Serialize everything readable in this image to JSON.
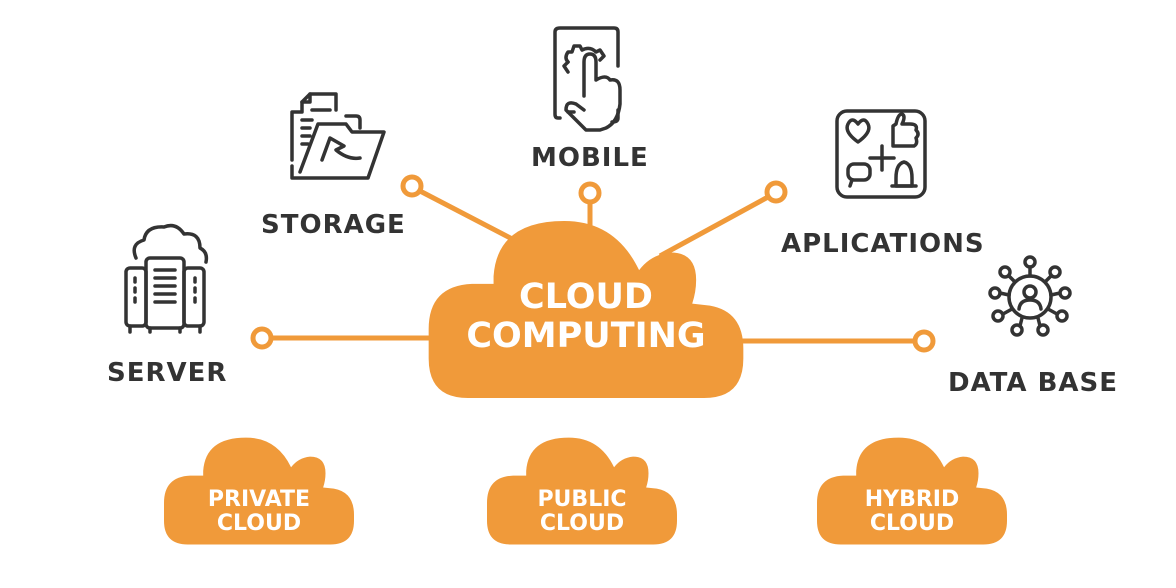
{
  "colors": {
    "accent": "#F09A3A",
    "text": "#333333",
    "icon": "#333333",
    "background": "#FFFFFF"
  },
  "center": {
    "line1": "CLOUD",
    "line2": "COMPUTING"
  },
  "nodes": [
    {
      "id": "server",
      "label": "SERVER",
      "icon": "server-cloud-icon"
    },
    {
      "id": "storage",
      "label": "STORAGE",
      "icon": "folder-documents-icon"
    },
    {
      "id": "mobile",
      "label": "MOBILE",
      "icon": "phone-touch-gear-icon"
    },
    {
      "id": "applications",
      "label": "APLICATIONS",
      "icon": "apps-social-icon"
    },
    {
      "id": "database",
      "label": "DATA BASE",
      "icon": "network-user-icon"
    }
  ],
  "cloud_types": [
    {
      "line1": "PRIVATE",
      "line2": "CLOUD"
    },
    {
      "line1": "PUBLIC",
      "line2": "CLOUD"
    },
    {
      "line1": "HYBRID",
      "line2": "CLOUD"
    }
  ]
}
